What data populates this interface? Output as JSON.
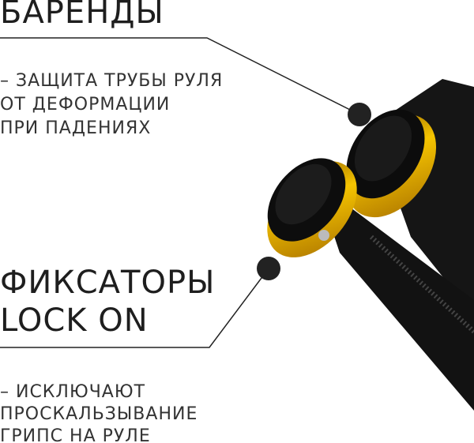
{
  "sections": [
    {
      "title": [
        "БАРЕНДЫ"
      ],
      "description": [
        "– ЗАЩИТА ТРУБЫ РУЛЯ",
        "ОТ ДЕФОРМАЦИИ",
        "ПРИ ПАДЕНИЯХ"
      ]
    },
    {
      "title": [
        "ФИКСАТОРЫ",
        "LOCK ON"
      ],
      "description": [
        "– ИСКЛЮЧАЮТ",
        "ПРОСКАЛЬЗЫВАНИЕ",
        "ГРИПС НА РУЛЕ"
      ]
    }
  ],
  "colors": {
    "text": "#1e1e1e",
    "rubber": "#111111",
    "gold": "#e0a800",
    "pointer": "#222222"
  }
}
